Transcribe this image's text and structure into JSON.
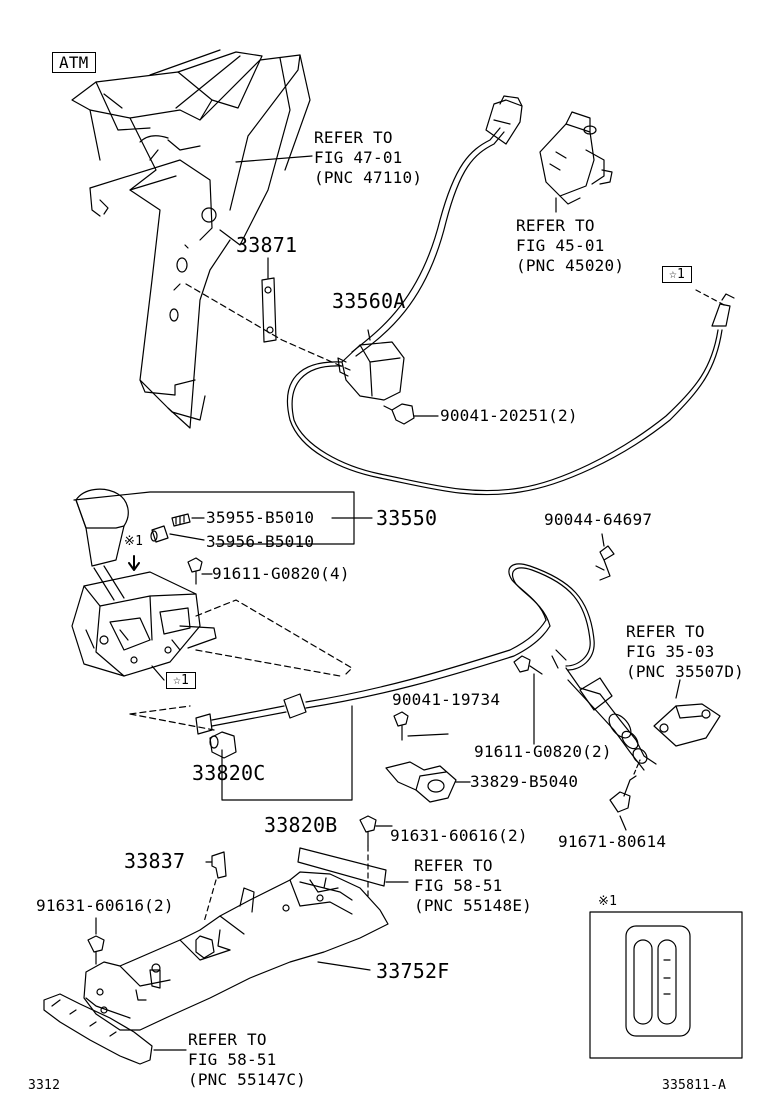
{
  "tag_atm": "ATM",
  "refs": {
    "fig47": [
      "REFER TO",
      "FIG 47-01",
      "(PNC 47110)"
    ],
    "fig45": [
      "REFER TO",
      "FIG 45-01",
      "(PNC 45020)"
    ],
    "fig35": [
      "REFER TO",
      "FIG 35-03",
      "(PNC 35507D)"
    ],
    "fig58e": [
      "REFER TO",
      "FIG 58-51",
      "(PNC 55148E)"
    ],
    "fig58c": [
      "REFER TO",
      "FIG 58-51",
      "(PNC 55147C)"
    ]
  },
  "parts": {
    "p33871": "33871",
    "p33560a": "33560A",
    "p90041_20251": "90041-20251(2)",
    "p35955": "35955-B5010",
    "p35956": "35956-B5010",
    "p33550": "33550",
    "p91611_4": "91611-G0820(4)",
    "p90044": "90044-64697",
    "p90041_19734": "90041-19734",
    "p91611_2": "91611-G0820(2)",
    "p33820c": "33820C",
    "p33829": "33829-B5040",
    "p91671": "91671-80614",
    "p33820b": "33820B",
    "p91631_a": "91631-60616(2)",
    "p33837": "33837",
    "p91631_b": "91631-60616(2)",
    "p33752f": "33752F"
  },
  "markers": {
    "star1_a": "☆1",
    "star1_b": "☆1",
    "note1_a": "※1",
    "note1_b": "※1"
  },
  "footer": {
    "left": "3312",
    "right": "335811-A"
  }
}
